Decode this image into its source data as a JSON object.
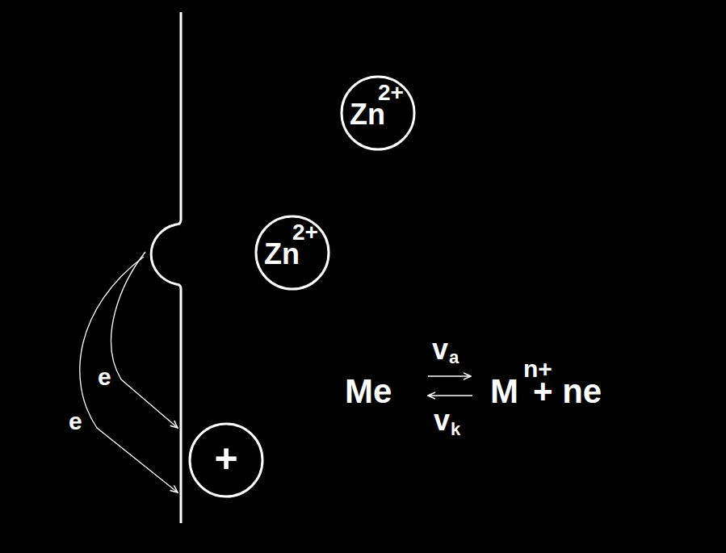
{
  "diagram": {
    "nodes": [
      {
        "text": [
          "Zn",
          "2+"
        ]
      },
      {
        "text": [
          "Zn",
          "2+"
        ]
      },
      {
        "text": [
          "+"
        ]
      }
    ],
    "labels": [
      "e",
      "e",
      "Me",
      "v",
      "a",
      "v",
      "k",
      "M",
      "n+",
      "+ ne"
    ]
  }
}
